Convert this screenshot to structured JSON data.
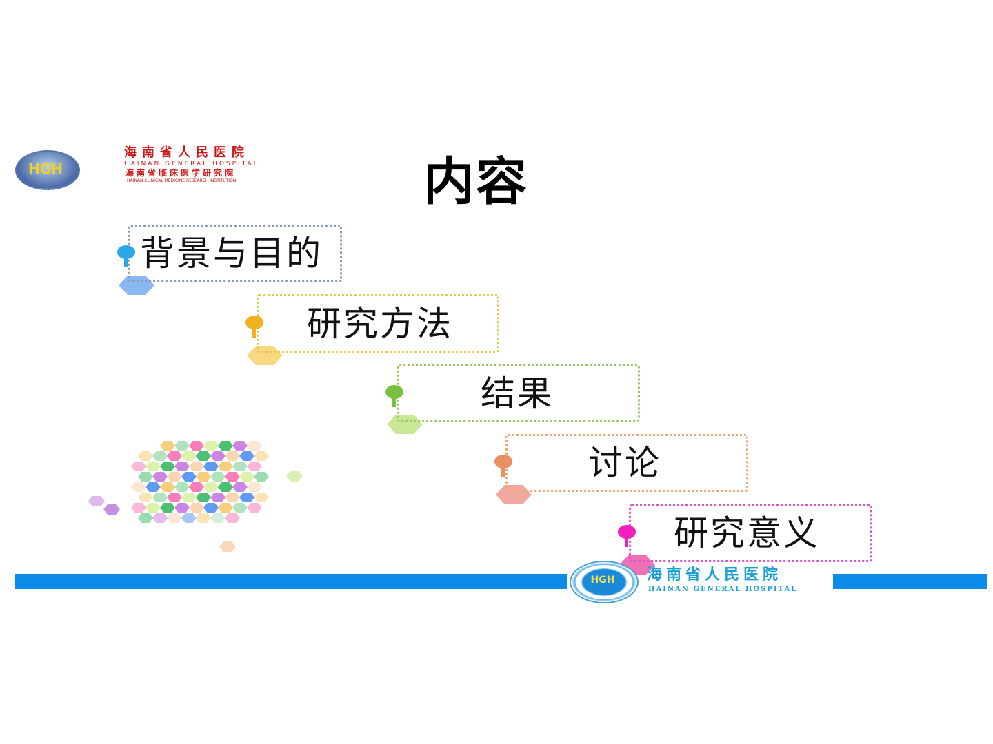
{
  "title": "内容",
  "header_logo": {
    "emblem_text": "HGH",
    "hospital_cn": "海南省人民医院",
    "hospital_en": "HAINAN GENERAL HOSPITAL",
    "institute_cn": "海南省临床医学研究院",
    "institute_en": "HAINAN CLINICAL MEDICINE RESEARCH INSTITUTION"
  },
  "items": [
    {
      "label": "背景与目的",
      "color": "#8a9ab8",
      "bullet": "#2aa8e8",
      "hex": "#8ab8f0"
    },
    {
      "label": "研究方法",
      "color": "#e8c848",
      "bullet": "#f0b020",
      "hex": "#f8d880"
    },
    {
      "label": "结果",
      "color": "#98c860",
      "bullet": "#78c040",
      "hex": "#c8e898"
    },
    {
      "label": "讨论",
      "color": "#e8a878",
      "bullet": "#e89060",
      "hex": "#f0a8a0"
    },
    {
      "label": "研究意义",
      "color": "#e050c8",
      "bullet": "#f020c0",
      "hex": "#f070b8"
    }
  ],
  "footer": {
    "seal_text": "HGH",
    "hospital_cn": "海南省人民医院",
    "hospital_en": "HAINAN GENERAL HOSPITAL",
    "bar_color": "#0c8be8"
  }
}
